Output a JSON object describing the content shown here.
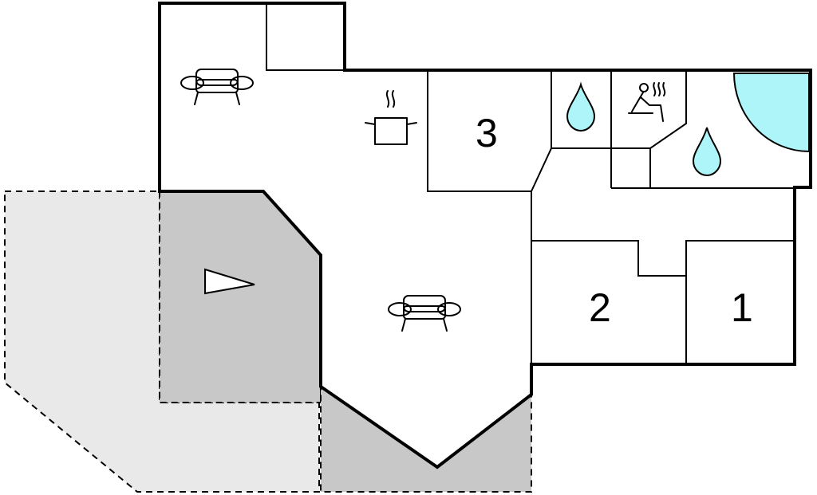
{
  "floor_plan": {
    "rooms": [
      {
        "id": "bedroom-3",
        "label": "3"
      },
      {
        "id": "bedroom-2",
        "label": "2"
      },
      {
        "id": "bedroom-1",
        "label": "1"
      }
    ],
    "icons": {
      "sofa": "sofa-icon",
      "kitchen": "cooking-pot-icon",
      "bathroom": "water-drop-icon",
      "sauna": "sauna-icon",
      "pool": "whirlpool-icon",
      "viewpoint": "camera-view-icon"
    },
    "colors": {
      "terrace_light": "#e9e9e9",
      "terrace_dark": "#c8c8c8",
      "water": "#aef5fa",
      "wall": "#000000"
    }
  }
}
